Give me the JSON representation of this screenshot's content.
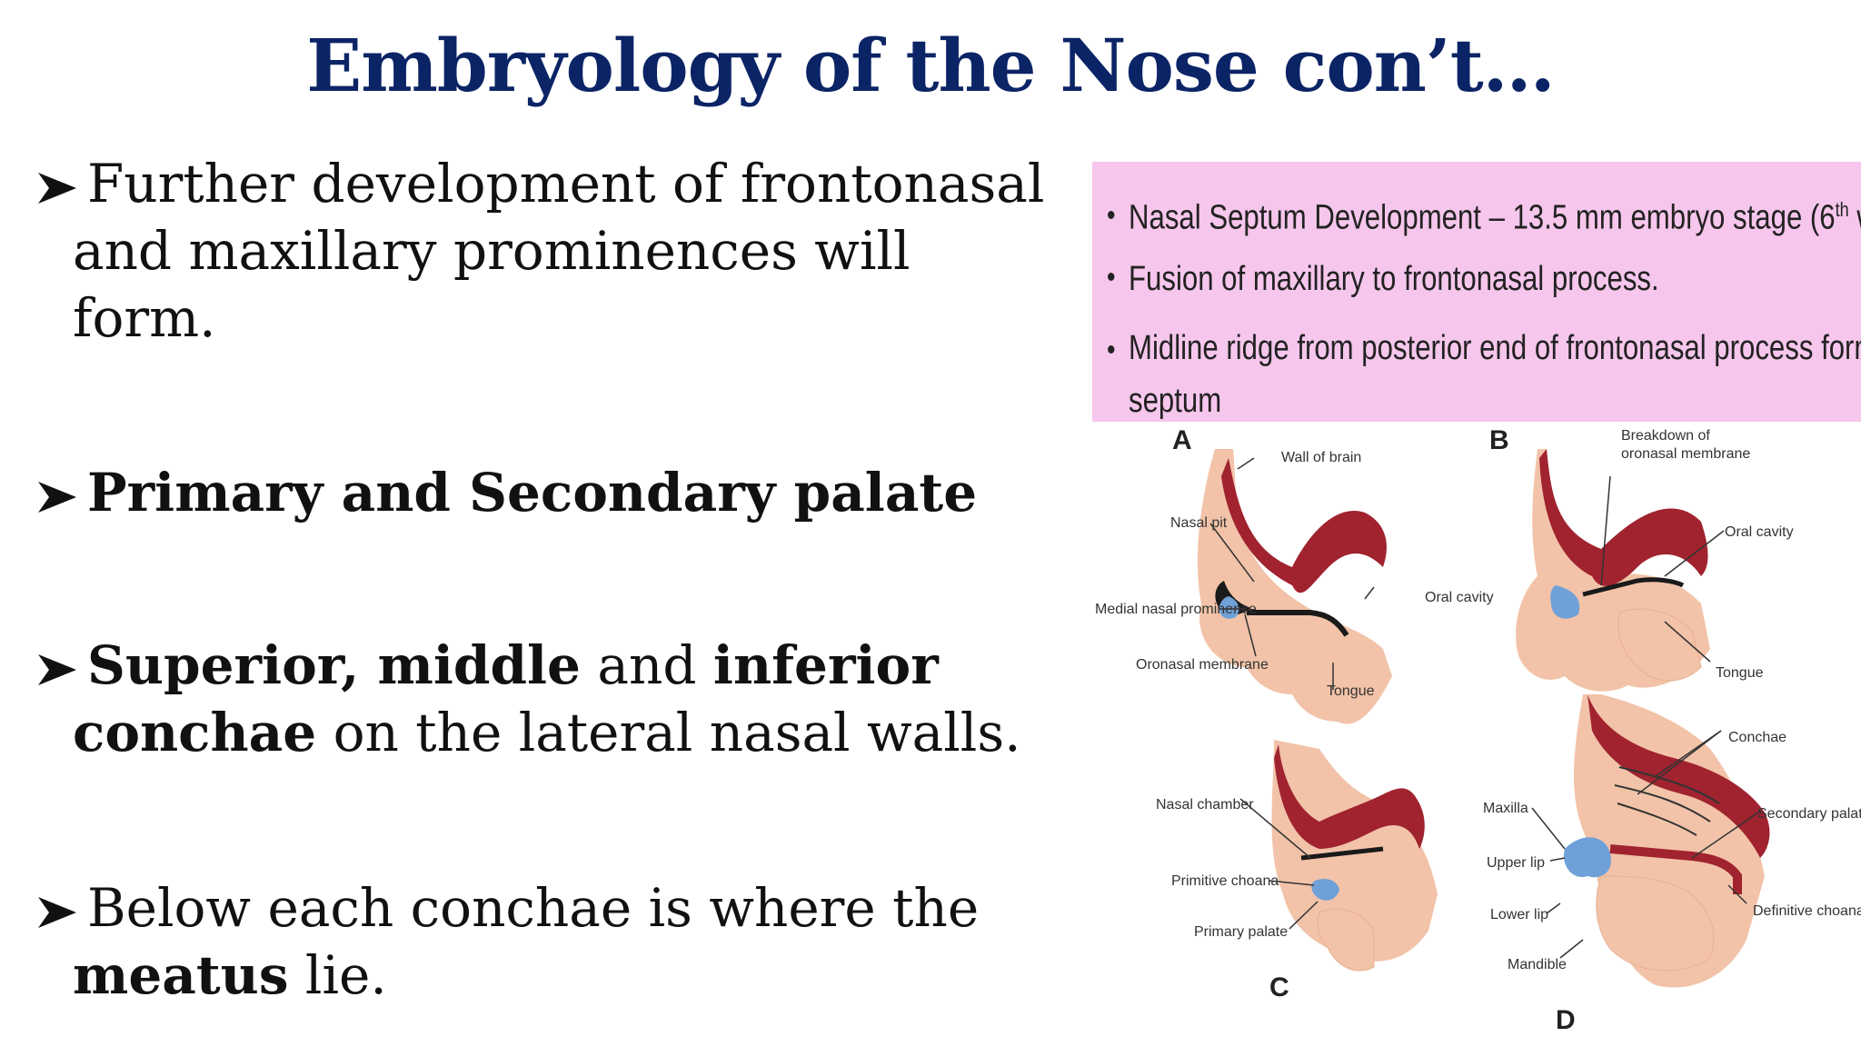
{
  "slide": {
    "title": "Embryology of the Nose con’t…",
    "bullets": [
      {
        "line1": "Further development of frontonasal",
        "line2": "and maxillary prominences will",
        "line3": "form."
      },
      {
        "line1_bold": "Primary and Secondary palate"
      },
      {
        "line1_bold_a": "Superior, middle",
        "line1_normal": " and ",
        "line1_bold_b": "inferior",
        "line2_bold": "conchae",
        "line2_normal": " on the lateral nasal walls."
      },
      {
        "line1": "Below each conchae is where the",
        "line2_bold": "meatus",
        "line2_normal": " lie."
      }
    ]
  },
  "panel": {
    "items": [
      {
        "text": "Nasal Septum Development – 13.5 mm embryo stage (6",
        "sup": "th",
        "tail": " week)"
      },
      {
        "text": "Fusion of maxillary to frontonasal process."
      },
      {
        "text": "Midline ridge from posterior end of frontonasal process forms",
        "cont": "septum"
      }
    ]
  },
  "figure": {
    "letters": {
      "a": "A",
      "b": "B",
      "c": "C",
      "d": "D"
    },
    "labels": {
      "wall_of_brain": "Wall of brain",
      "nasal_pit": "Nasal pit",
      "medial_nasal_prominence": "Medial nasal prominence",
      "oronasal_membrane": "Oronasal membrane",
      "oral_cavity_a": "Oral cavity",
      "tongue_a": "Tongue",
      "breakdown_1": "Breakdown of",
      "breakdown_2": "oronasal membrane",
      "oral_cavity_b": "Oral cavity",
      "tongue_b": "Tongue",
      "nasal_chamber": "Nasal chamber",
      "primitive_choana": "Primitive choana",
      "primary_palate": "Primary palate",
      "conchae": "Conchae",
      "maxilla": "Maxilla",
      "secondary_palate": "Secondary palate",
      "upper_lip": "Upper lip",
      "lower_lip": "Lower lip",
      "definitive_choana": "Definitive choana",
      "mandible": "Mandible"
    },
    "colors": {
      "skin": "#f2c3a8",
      "brain": "#a0232f",
      "blue": "#6fa0d8",
      "dark": "#1a1a1a"
    }
  }
}
